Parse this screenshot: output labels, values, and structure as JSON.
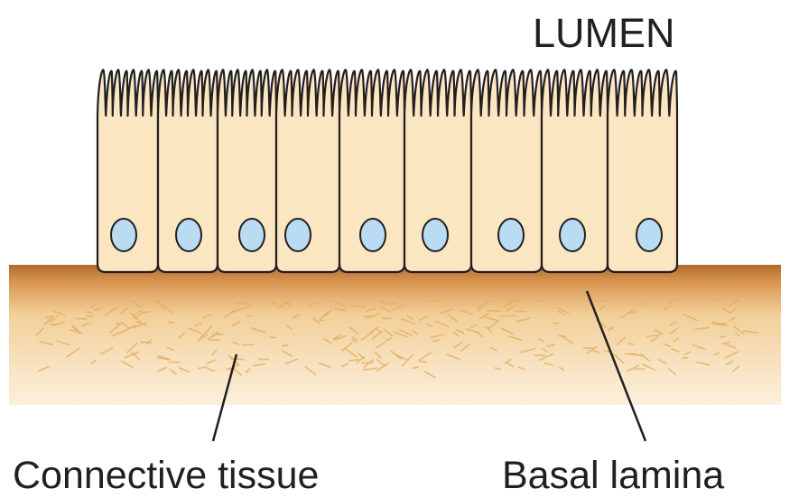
{
  "labels": {
    "lumen": "LUMEN",
    "connective_tissue": "Connective tissue",
    "basal_lamina": "Basal lamina"
  },
  "colors": {
    "cell_fill": "#fbe6c2",
    "cell_outline": "#231f20",
    "nucleus_fill": "#b9dcf3",
    "tissue_top": "#b06a2a",
    "tissue_mid": "#f2cf98",
    "tissue_bottom": "#fbefdc",
    "fiber": "#e5ae62"
  },
  "cells": [
    {
      "name": "epithelial-cell-1"
    },
    {
      "name": "epithelial-cell-2"
    },
    {
      "name": "epithelial-cell-3"
    },
    {
      "name": "epithelial-cell-4"
    },
    {
      "name": "epithelial-cell-5"
    },
    {
      "name": "epithelial-cell-6"
    },
    {
      "name": "epithelial-cell-7"
    },
    {
      "name": "epithelial-cell-8"
    },
    {
      "name": "epithelial-cell-9"
    }
  ]
}
